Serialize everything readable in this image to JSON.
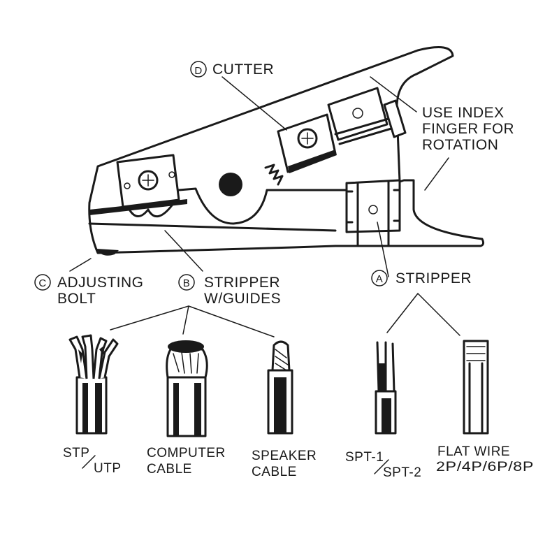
{
  "labels": {
    "cutter": {
      "letter": "D",
      "text": "CUTTER"
    },
    "rotation": {
      "line1": "USE INDEX",
      "line2": "FINGER FOR",
      "line3": "ROTATION"
    },
    "adjusting_bolt": {
      "letter": "C",
      "line1": "ADJUSTING",
      "line2": "BOLT"
    },
    "stripper_guides": {
      "letter": "B",
      "line1": "STRIPPER",
      "line2": "W/GUIDES"
    },
    "stripper": {
      "letter": "A",
      "text": "STRIPPER"
    }
  },
  "cables": {
    "stp_utp": {
      "part1": "STP",
      "part2": "UTP"
    },
    "computer": {
      "line1": "COMPUTER",
      "line2": "CABLE"
    },
    "speaker": {
      "line1": "SPEAKER",
      "line2": "CABLE"
    },
    "spt": {
      "part1": "SPT-1",
      "part2": "SPT-2"
    },
    "flat_wire": {
      "line1": "FLAT WIRE",
      "line2": "2P/4P/6P/8P"
    }
  }
}
